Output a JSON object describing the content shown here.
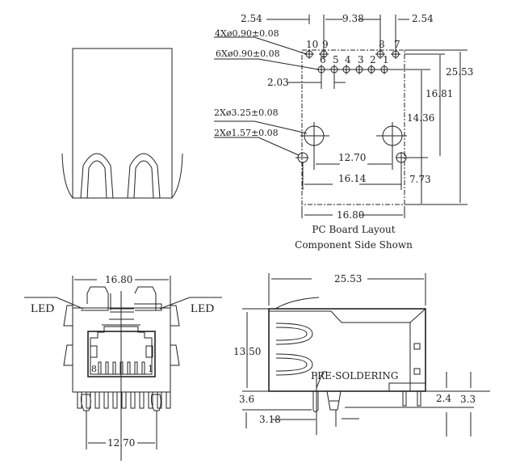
{
  "pcb_layout": {
    "caption_line1": "PC Board Layout",
    "caption_line2": "Component Side Shown",
    "dims": {
      "pitch_left": "2.54",
      "span_top": "9.38",
      "pitch_right": "2.54",
      "hole4": "4Xø0.90±0.08",
      "hole6": "6Xø0.90±0.08",
      "offset": "2.03",
      "mount_big": "2Xø3.25±0.08",
      "mount_small": "2Xø1.57±0.08",
      "height_total": "25.53",
      "h1": "16.81",
      "h2": "14.36",
      "h3": "7.73",
      "w_mount": "12.70",
      "w_small": "16.14",
      "w_total": "16.80"
    },
    "pin_labels_top": [
      "10",
      "9",
      "8",
      "7"
    ],
    "pin_labels_bottom": [
      "6",
      "5",
      "4",
      "3",
      "2",
      "1"
    ]
  },
  "front_view": {
    "width": "16.80",
    "pin_span": "12.70",
    "led_left": "LED",
    "led_right": "LED",
    "pin8": "8",
    "pin1": "1"
  },
  "side_view": {
    "length": "25.53",
    "height": "13.50",
    "pin_len": "3.6",
    "offset": "3.18",
    "pre_soldering": "PRE-SOLDERING",
    "d1": "2.4",
    "d2": "3.3"
  }
}
